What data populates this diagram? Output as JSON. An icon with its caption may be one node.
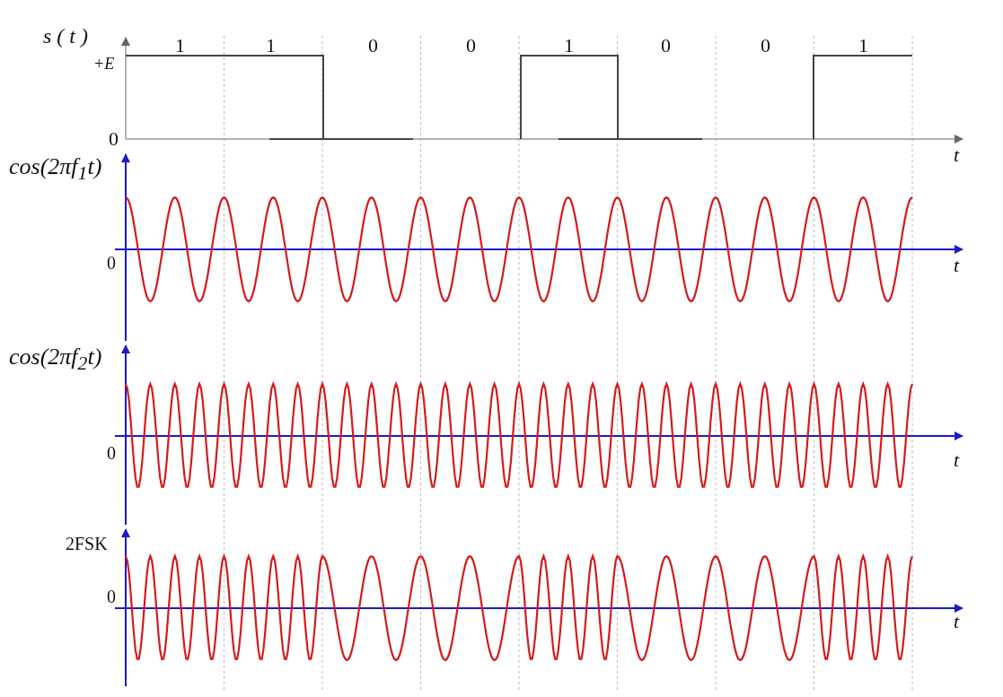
{
  "diagram": {
    "labels": [
      "s ( t )",
      "1",
      "1",
      "0",
      "0",
      "1",
      "0",
      "0",
      "1",
      "+E",
      "0",
      "t",
      "cos(2πf$_{1}$t)",
      "0",
      "t",
      "cos(2πf$_{2}$t)",
      "0",
      "t",
      "2FSK",
      "0",
      "t"
    ]
  }
}
